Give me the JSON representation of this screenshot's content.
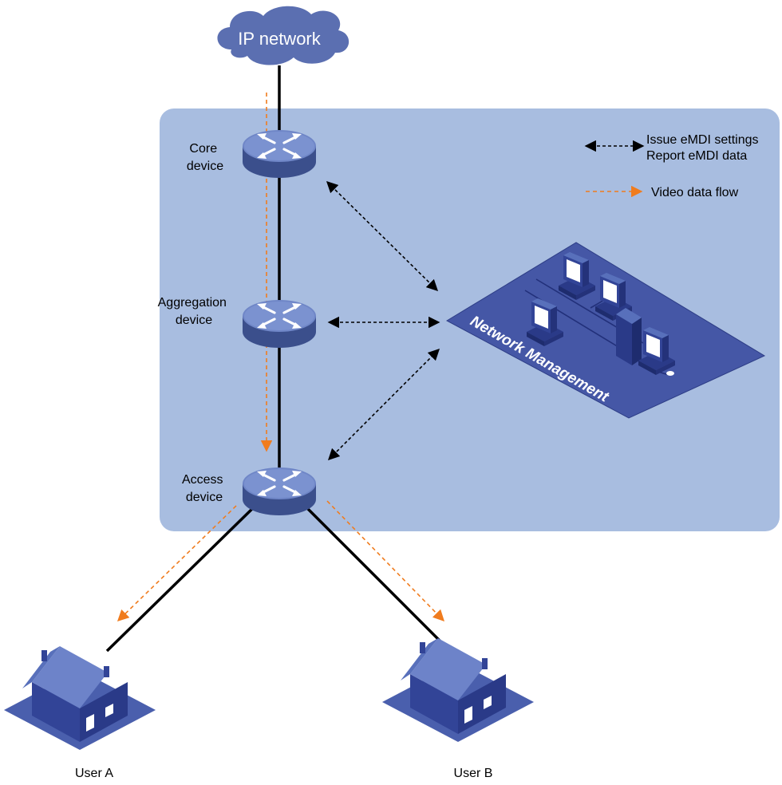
{
  "nodes": {
    "cloud": "IP network",
    "core": [
      "Core",
      "device"
    ],
    "aggregation": [
      "Aggregation",
      "device"
    ],
    "access": [
      "Access",
      "device"
    ],
    "nms": "Network Management",
    "user_a": "User A",
    "user_b": "User B"
  },
  "legend": {
    "management": [
      "Issue eMDI settings",
      "Report eMDI data"
    ],
    "video": "Video data flow"
  },
  "colors": {
    "zone": "#a8bde0",
    "device": "#4f68ad",
    "cloud": "#5b6fb1",
    "house": "#3f52a3",
    "video_flow": "#f07c1e",
    "link": "#000000"
  }
}
